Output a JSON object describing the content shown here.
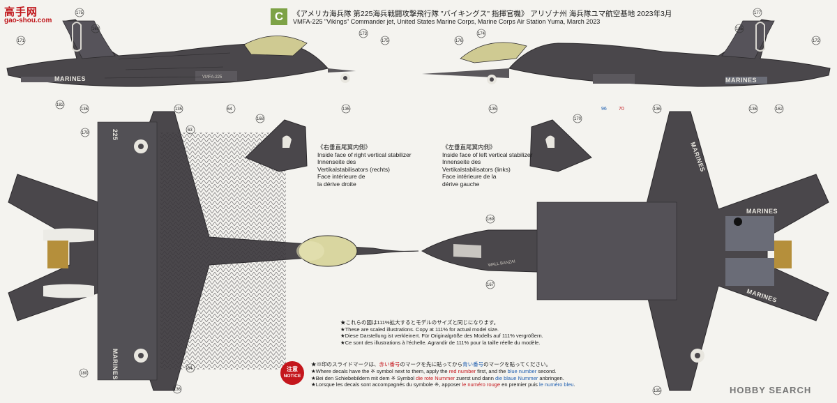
{
  "logo": {
    "cn_text": "高手网",
    "tag": "gao-shou.com"
  },
  "header": {
    "badge": "C",
    "title_jp": "《アメリカ海兵隊 第225海兵戦闘攻撃飛行隊 \"バイキングス\" 指揮官機》 アリゾナ州 海兵隊ユマ航空基地 2023年3月",
    "title_en": "VMFA-225 \"Vikings\" Commander jet, United States Marine Corps, Marine Corps Air Station Yuma, March 2023"
  },
  "captions": {
    "right_stab": [
      "《右垂直尾翼内側》",
      "Inside face of right vertical stabilizer",
      "Innenseite des",
      "Vertikalstabilisators (rechts)",
      "Face intérieure de",
      "la dérive droite"
    ],
    "left_stab": [
      "《左垂直尾翼内側》",
      "Inside face of left vertical stabilizer",
      "Innenseite des",
      "Vertikalstabilisators (links)",
      "Face intérieure de la",
      "dérive gauche"
    ]
  },
  "scale_note": [
    "★これらの図は111%拡大するとモデルのサイズと同じになります。",
    "★These are scaled illustrations. Copy at 111% for actual model size.",
    "★Diese Darstellung ist verkleinert. Für Originalgröße des Modells auf 111% vergrößern.",
    "★Ce sont des illustrations à l'échelle. Agrandir de 111% pour la taille réelle du modèle."
  ],
  "notice": {
    "jp": "注意",
    "en": "NOTICE"
  },
  "notice_lines": [
    {
      "a": "★※印のスライドマークは、",
      "red": "赤い番号",
      "b": "のマークを先に貼ってから",
      "blue": "青い番号",
      "c": "のマークを貼ってください。"
    },
    {
      "a": "★Where decals have the ※ symbol next to them, apply the ",
      "red": "red number",
      "b": " first, and the ",
      "blue": "blue number",
      "c": " second."
    },
    {
      "a": "★Bei den Schiebebildern mit dem ※ Symbol ",
      "red": "die rote Nummer",
      "b": " zuerst und dann ",
      "blue": "die blaue Nummer",
      "c": " anbringen."
    },
    {
      "a": "★Lorsque les decals sont accompagnés du symbole ※, apposer ",
      "red": "le numéro rouge",
      "b": " en premier puis ",
      "blue": "le numéro bleu",
      "c": "."
    }
  ],
  "markings": {
    "marines": "MARINES",
    "modex": "225",
    "unit": "VMFA-225",
    "slogan": "WALL BANZAI"
  },
  "callouts": {
    "top_left_side": [
      "175",
      "169",
      "171",
      "173",
      "175",
      "182",
      "136",
      "64",
      "135"
    ],
    "top_right_side": [
      "176",
      "174",
      "177",
      "165",
      "172",
      "135",
      "136",
      "162"
    ],
    "decal_pair": {
      "blue": "96",
      "red": "70"
    },
    "left_plan": [
      "135",
      "63",
      "178",
      "180",
      "64",
      "136"
    ],
    "right_plan": [
      "136",
      "135"
    ],
    "stab_right": "168",
    "stab_left": "170",
    "under": [
      "169",
      "167"
    ]
  },
  "watermark": "HOBBY SEARCH",
  "colors": {
    "aircraft": "#4a474b",
    "panel_line": "#2c2a2d",
    "canopy": "#d9d6a0",
    "badge": "#7da246"
  }
}
